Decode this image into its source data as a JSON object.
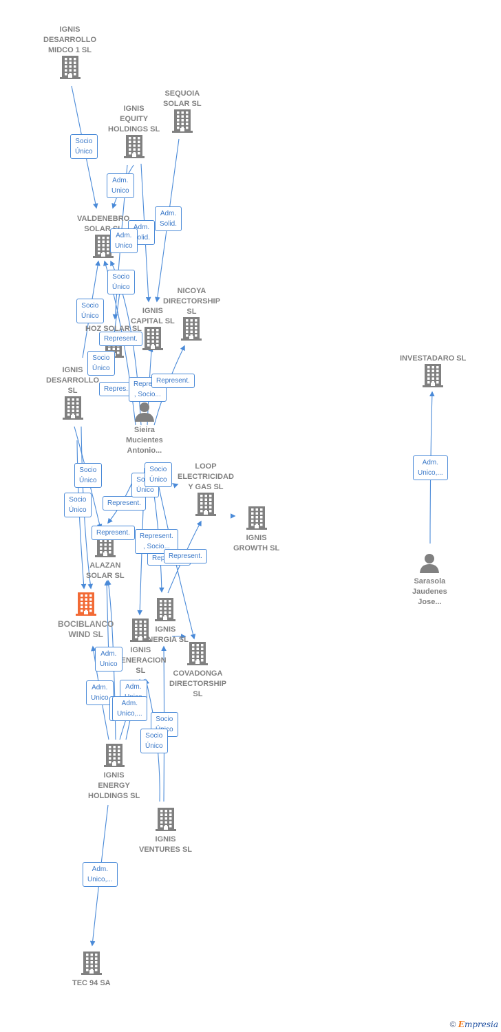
{
  "colors": {
    "company": "#808080",
    "focus": "#f26a35",
    "edge": "#4a8ad8",
    "label_text": "#3a78c8"
  },
  "nodes": [
    {
      "id": "midco",
      "type": "company",
      "label": "IGNIS\nDESARROLLO\nMIDCO 1  SL"
    },
    {
      "id": "sequoia",
      "type": "company",
      "label": "SEQUOIA\nSOLAR  SL"
    },
    {
      "id": "equity",
      "type": "company",
      "label": "IGNIS\nEQUITY\nHOLDINGS  SL"
    },
    {
      "id": "valdenebro",
      "type": "company",
      "label": "VALDENEBRO\nSOLAR SL"
    },
    {
      "id": "nicoya",
      "type": "company",
      "label": "NICOYA\nDIRECTORSHIP\nSL"
    },
    {
      "id": "capital",
      "type": "company",
      "label": "IGNIS\nCAPITAL  SL"
    },
    {
      "id": "hoz",
      "type": "company",
      "label": "HOZ SOLAR SL"
    },
    {
      "id": "desarrollo",
      "type": "company",
      "label": "IGNIS\nDESARROLLO\nSL"
    },
    {
      "id": "investadaro",
      "type": "company",
      "label": "INVESTADARO SL"
    },
    {
      "id": "sieira",
      "type": "person",
      "label": "Sieira\nMucientes\nAntonio..."
    },
    {
      "id": "loop",
      "type": "company",
      "label": "LOOP\nELECTRICIDAD\nY GAS  SL"
    },
    {
      "id": "growth",
      "type": "company",
      "label": "IGNIS\nGROWTH  SL"
    },
    {
      "id": "alazan",
      "type": "company",
      "label": "ALAZAN\nSOLAR  SL"
    },
    {
      "id": "sarasola",
      "type": "person",
      "label": "Sarasola\nJaudenes\nJose..."
    },
    {
      "id": "bociblanco",
      "type": "focus",
      "label": "BOCIBLANCO\nWIND  SL"
    },
    {
      "id": "energia",
      "type": "company",
      "label": "IGNIS\nENERGIA  SL"
    },
    {
      "id": "generacion",
      "type": "company",
      "label": "IGNIS\nGENERACION\nSL"
    },
    {
      "id": "covadonga",
      "type": "company",
      "label": "COVADONGA\nDIRECTORSHIP\nSL"
    },
    {
      "id": "energy",
      "type": "company",
      "label": "IGNIS\nENERGY\nHOLDINGS  SL"
    },
    {
      "id": "ventures",
      "type": "company",
      "label": "IGNIS\nVENTURES  SL"
    },
    {
      "id": "tec94",
      "type": "company",
      "label": "TEC 94 SA"
    }
  ],
  "edge_labels": [
    "Socio\nÚnico",
    "Adm.\nUnico",
    "Adm.\nSolid.",
    "Adm.\nSolid.",
    "Adm.\nUnico",
    "Socio\nÚnico",
    "Socio\nÚnico",
    "Represent.",
    "Socio\nÚnico",
    "Repres...",
    "Repres...\n, Socio...",
    "Represent.",
    "Adm.\nUnico,...",
    "Socio\nÚnico",
    "Socio\nÚnico",
    "Represent.",
    "Socio\nÚnico",
    "Socio\nÚnico",
    "Represent.",
    "Represent.",
    "Represent.\n, Socio...",
    "Adm.\nUnico",
    "Represent.",
    "Adm.\nUnico",
    "Adm.\nUnico",
    "Adm.\nUnico",
    "Adm.\nUnico,...",
    "Socio\nÚnico",
    "Socio\nÚnico",
    "Adm.\nUnico,..."
  ],
  "footer": {
    "copyright": "©",
    "brand_first": "E",
    "brand_rest": "mpresia"
  }
}
